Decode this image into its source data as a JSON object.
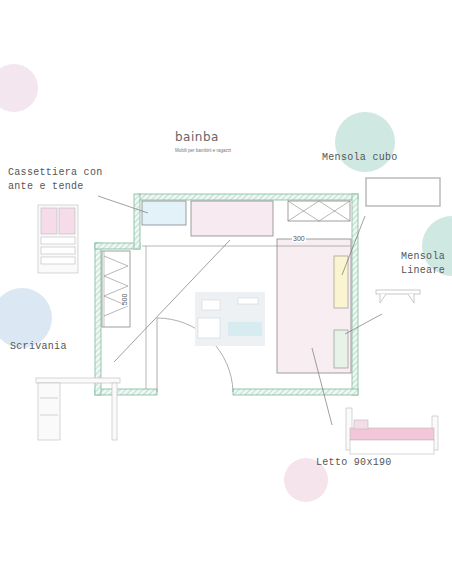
{
  "diagram": {
    "title": "bainba",
    "labels": [
      "Mobili per bambini e ragazzi",
      "300",
      "500",
      "Cassettiera con ante e tende",
      "Mensola cubo",
      "Mensola Lineare",
      "Scrivania",
      "Letto 90x190"
    ]
  }
}
